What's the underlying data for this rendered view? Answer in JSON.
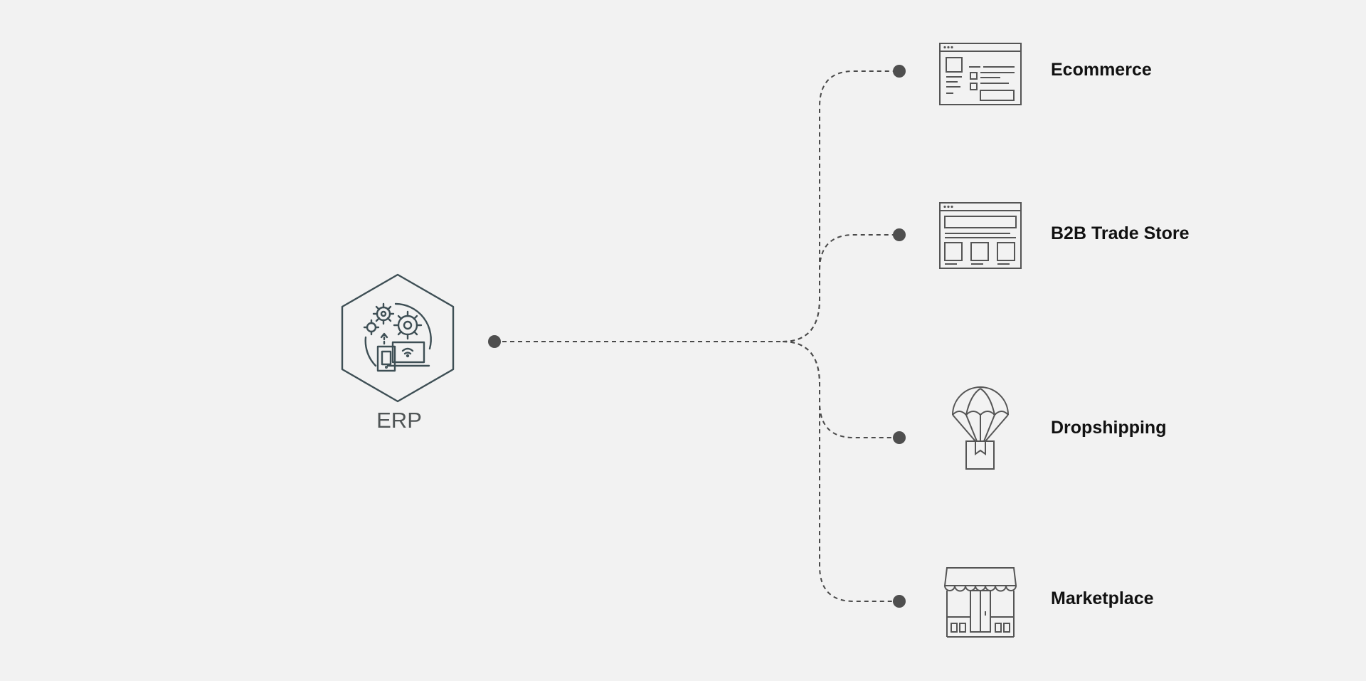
{
  "diagram": {
    "hub": {
      "label": "ERP",
      "icon": "erp-gears-devices-icon"
    },
    "targets": [
      {
        "id": "ecommerce",
        "label": "Ecommerce",
        "icon": "ecommerce-webpage-icon"
      },
      {
        "id": "b2b",
        "label": "B2B Trade Store",
        "icon": "b2b-webpage-icon"
      },
      {
        "id": "dropshipping",
        "label": "Dropshipping",
        "icon": "parachute-box-icon"
      },
      {
        "id": "marketplace",
        "label": "Marketplace",
        "icon": "storefront-icon"
      }
    ]
  },
  "colors": {
    "background": "#f2f2f2",
    "connector": "#4a4a4a",
    "hub_icon": "#3e4f55",
    "target_label": "#111111",
    "hub_label": "#505556"
  }
}
